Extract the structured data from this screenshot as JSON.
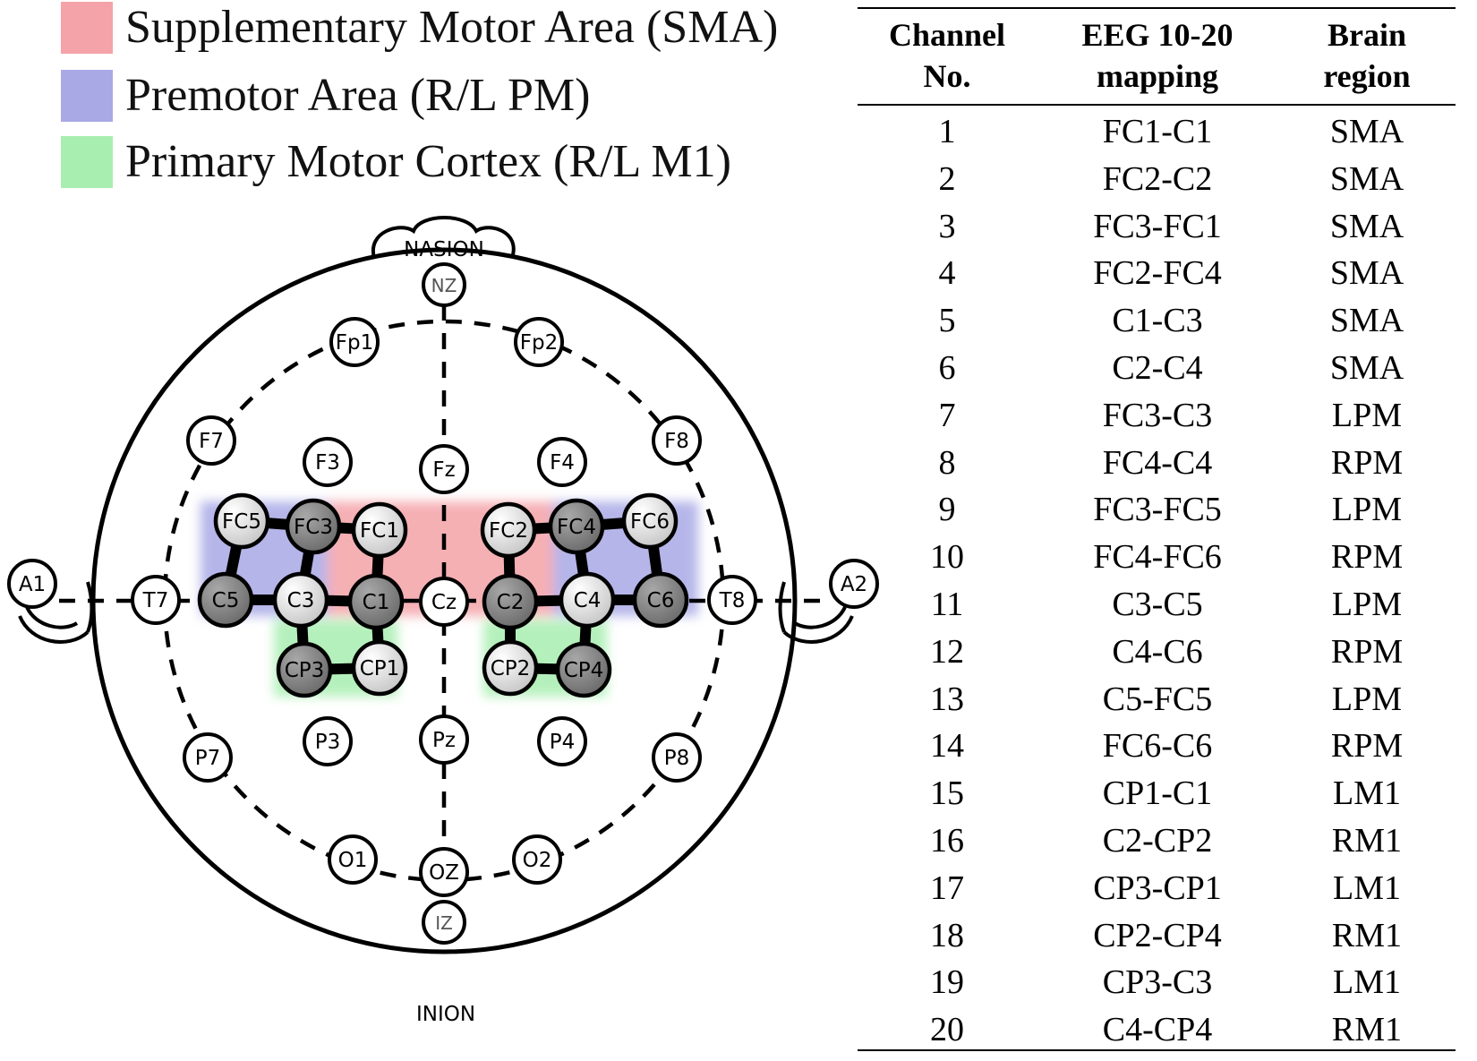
{
  "legend": [
    {
      "label": "Supplementary Motor Area (SMA)",
      "color": "#f4a3a8"
    },
    {
      "label": "Premotor Area (R/L PM)",
      "color": "#a9a9e6"
    },
    {
      "label": "Primary Motor Cortex (R/L M1)",
      "color": "#a8eeb0"
    }
  ],
  "head": {
    "nasion_label": "NASION",
    "inion_label": "INION",
    "electrodes_white": [
      "NZ",
      "Fp1",
      "Fp2",
      "F7",
      "F8",
      "F3",
      "Fz",
      "F4",
      "A1",
      "T7",
      "Cz",
      "T8",
      "A2",
      "P7",
      "P3",
      "Pz",
      "P4",
      "P8",
      "O1",
      "OZ",
      "O2",
      "IZ"
    ],
    "electrodes_light": [
      "FC5",
      "FC1",
      "C3",
      "CP1",
      "FC2",
      "C4",
      "FC6",
      "CP2"
    ],
    "electrodes_dark": [
      "FC3",
      "C5",
      "C1",
      "CP3",
      "FC4",
      "C2",
      "C6",
      "CP4"
    ]
  },
  "table": {
    "headers": [
      [
        "Channel",
        "No."
      ],
      [
        "EEG 10-20",
        "mapping"
      ],
      [
        "Brain",
        "region"
      ]
    ],
    "rows": [
      [
        "1",
        "FC1-C1",
        "SMA"
      ],
      [
        "2",
        "FC2-C2",
        "SMA"
      ],
      [
        "3",
        "FC3-FC1",
        "SMA"
      ],
      [
        "4",
        "FC2-FC4",
        "SMA"
      ],
      [
        "5",
        "C1-C3",
        "SMA"
      ],
      [
        "6",
        "C2-C4",
        "SMA"
      ],
      [
        "7",
        "FC3-C3",
        "LPM"
      ],
      [
        "8",
        "FC4-C4",
        "RPM"
      ],
      [
        "9",
        "FC3-FC5",
        "LPM"
      ],
      [
        "10",
        "FC4-FC6",
        "RPM"
      ],
      [
        "11",
        "C3-C5",
        "LPM"
      ],
      [
        "12",
        "C4-C6",
        "RPM"
      ],
      [
        "13",
        "C5-FC5",
        "LPM"
      ],
      [
        "14",
        "FC6-C6",
        "RPM"
      ],
      [
        "15",
        "CP1-C1",
        "LM1"
      ],
      [
        "16",
        "C2-CP2",
        "RM1"
      ],
      [
        "17",
        "CP3-CP1",
        "LM1"
      ],
      [
        "18",
        "CP2-CP4",
        "RM1"
      ],
      [
        "19",
        "CP3-C3",
        "LM1"
      ],
      [
        "20",
        "C4-CP4",
        "RM1"
      ]
    ]
  }
}
